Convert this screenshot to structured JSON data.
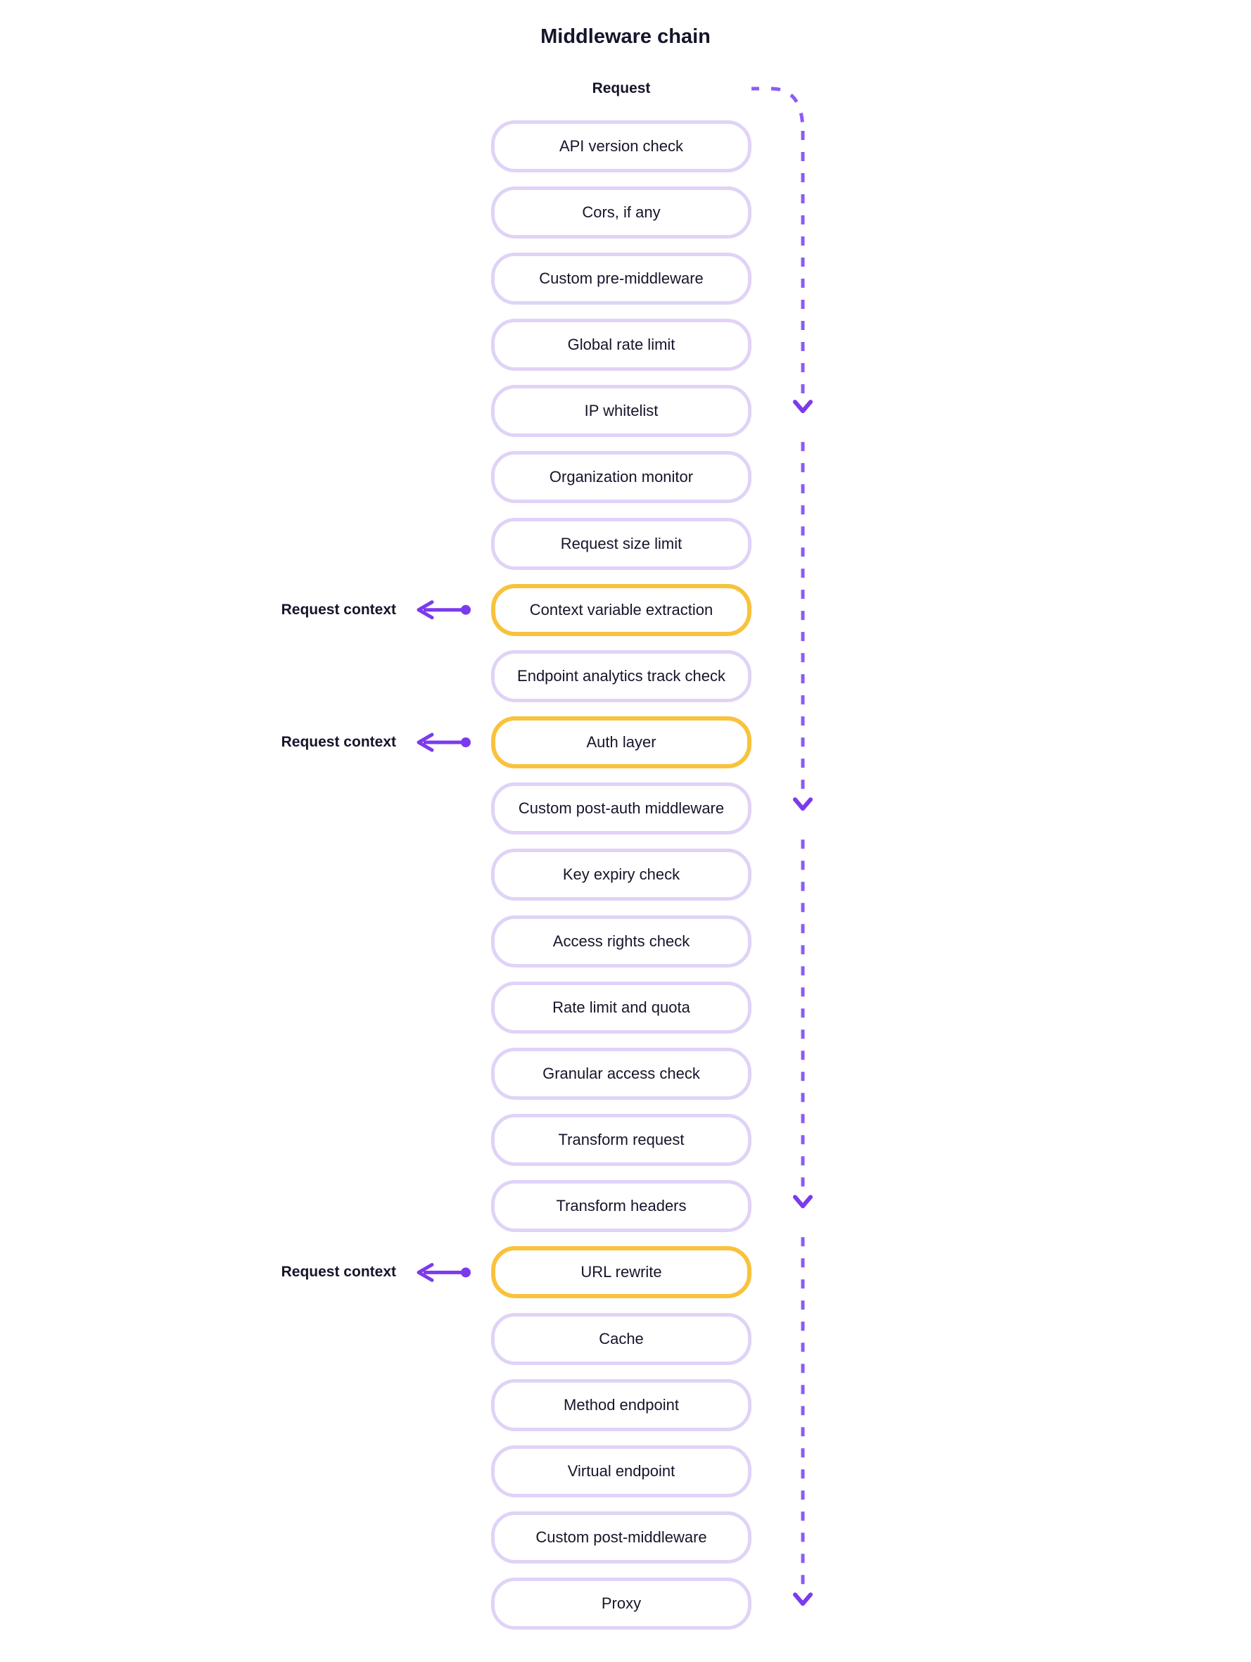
{
  "title": "Middleware chain",
  "flow": {
    "start_label": "Request",
    "context_label": "Request context"
  },
  "colors": {
    "accent_purple": "#7C3AED",
    "dash_purple": "#8B5CF6",
    "box_border_lavender": "#E0D3F7",
    "highlight_border_yellow": "#F9C23C",
    "text": "#15152B",
    "background": "#FFFFFF"
  },
  "chain": {
    "items": [
      {
        "label": "API version check",
        "highlighted": false,
        "context_arrow": false,
        "right_arrow": false
      },
      {
        "label": "Cors, if any",
        "highlighted": false,
        "context_arrow": false,
        "right_arrow": false
      },
      {
        "label": "Custom pre-middleware",
        "highlighted": false,
        "context_arrow": false,
        "right_arrow": false
      },
      {
        "label": "Global rate limit",
        "highlighted": false,
        "context_arrow": false,
        "right_arrow": false
      },
      {
        "label": "IP whitelist",
        "highlighted": false,
        "context_arrow": false,
        "right_arrow": true
      },
      {
        "label": "Organization monitor",
        "highlighted": false,
        "context_arrow": false,
        "right_arrow": false
      },
      {
        "label": "Request size limit",
        "highlighted": false,
        "context_arrow": false,
        "right_arrow": false
      },
      {
        "label": "Context variable extraction",
        "highlighted": true,
        "context_arrow": true,
        "right_arrow": false
      },
      {
        "label": "Endpoint analytics track check",
        "highlighted": false,
        "context_arrow": false,
        "right_arrow": false
      },
      {
        "label": "Auth layer",
        "highlighted": true,
        "context_arrow": true,
        "right_arrow": false
      },
      {
        "label": "Custom post-auth middleware",
        "highlighted": false,
        "context_arrow": false,
        "right_arrow": true
      },
      {
        "label": "Key expiry check",
        "highlighted": false,
        "context_arrow": false,
        "right_arrow": false
      },
      {
        "label": "Access rights check",
        "highlighted": false,
        "context_arrow": false,
        "right_arrow": false
      },
      {
        "label": "Rate limit and quota",
        "highlighted": false,
        "context_arrow": false,
        "right_arrow": false
      },
      {
        "label": "Granular access check",
        "highlighted": false,
        "context_arrow": false,
        "right_arrow": false
      },
      {
        "label": "Transform request",
        "highlighted": false,
        "context_arrow": false,
        "right_arrow": false
      },
      {
        "label": "Transform headers",
        "highlighted": false,
        "context_arrow": false,
        "right_arrow": true
      },
      {
        "label": "URL rewrite",
        "highlighted": true,
        "context_arrow": true,
        "right_arrow": false
      },
      {
        "label": "Cache",
        "highlighted": false,
        "context_arrow": false,
        "right_arrow": false
      },
      {
        "label": "Method endpoint",
        "highlighted": false,
        "context_arrow": false,
        "right_arrow": false
      },
      {
        "label": "Virtual endpoint",
        "highlighted": false,
        "context_arrow": false,
        "right_arrow": false
      },
      {
        "label": "Custom post-middleware",
        "highlighted": false,
        "context_arrow": false,
        "right_arrow": false
      },
      {
        "label": "Proxy",
        "highlighted": false,
        "context_arrow": false,
        "right_arrow": true
      }
    ]
  }
}
